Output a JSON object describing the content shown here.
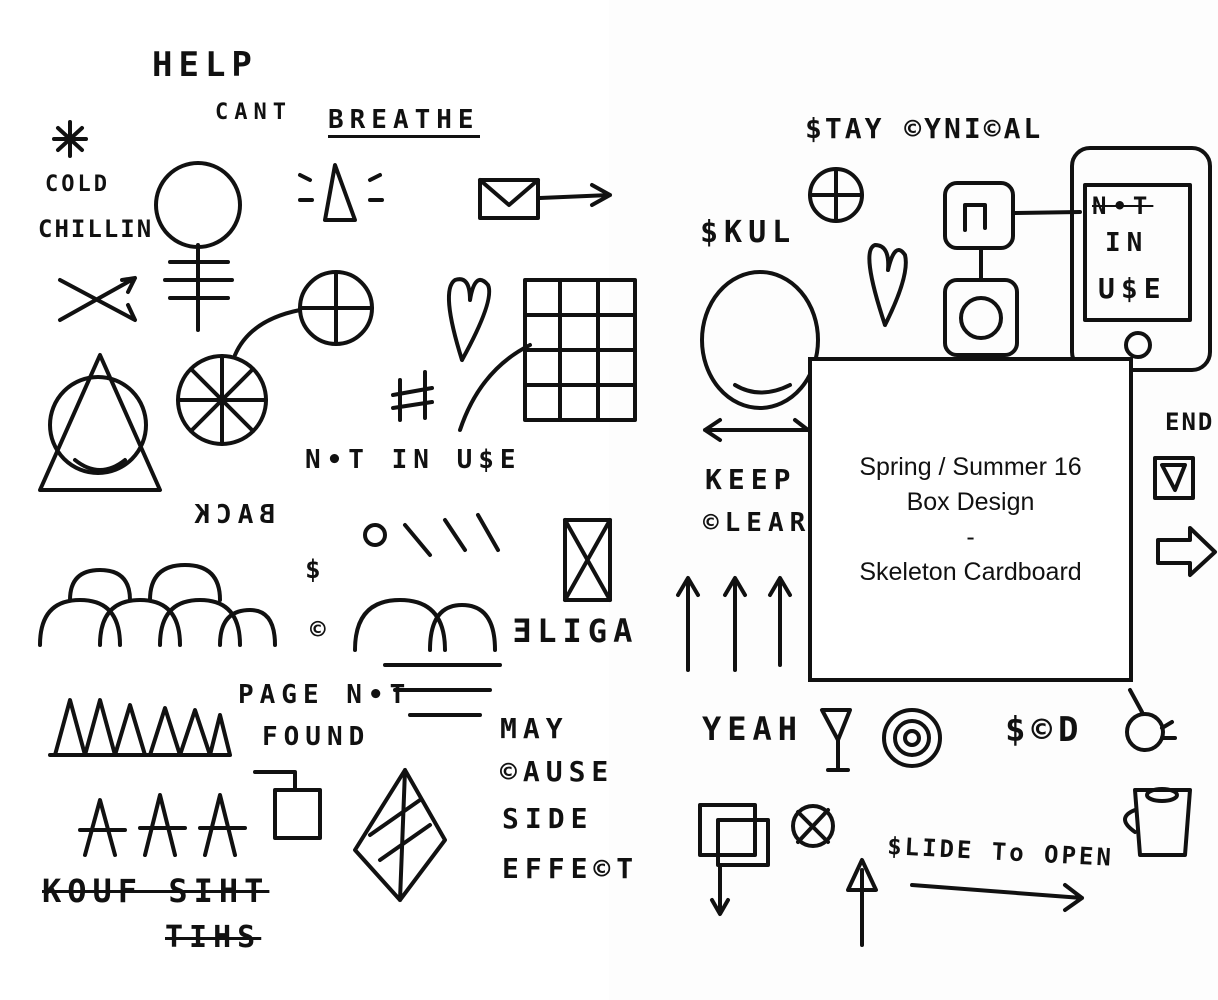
{
  "caption": {
    "line1": "Spring / Summer 16",
    "line2": "Box Design",
    "line3": "-",
    "line4": "Skeleton Cardboard"
  },
  "doodles": {
    "help": "HELP",
    "cant": "CANT",
    "breathe": "BREATHE",
    "cold": "COLD",
    "chillin": "CHILLIN",
    "not_in_use": "N•T IN U$E",
    "back": "BACK",
    "page_not_found_1": "PAGE N•T",
    "page_not_found_2": "FOUND",
    "may": "MAY",
    "cause": "©AUSE",
    "side": "SIDE",
    "effects": "EFFE©T",
    "kouf": "KOUF SIHT",
    "tihs": "TIHS",
    "fragile": "ƎLIGA",
    "stay_cynical": "$TAY ©YNI©AL",
    "skul": "$KUL",
    "phone_text_1": "N•T",
    "phone_text_2": "IN",
    "phone_text_3": "U$E",
    "keep": "KEEP",
    "clear": "©LEAR",
    "end": "END",
    "yeah": "YEAH",
    "sod": "$©D",
    "slide_to_open": "$LIDE To OPEN",
    "dollar": "$",
    "copyright": "©"
  }
}
